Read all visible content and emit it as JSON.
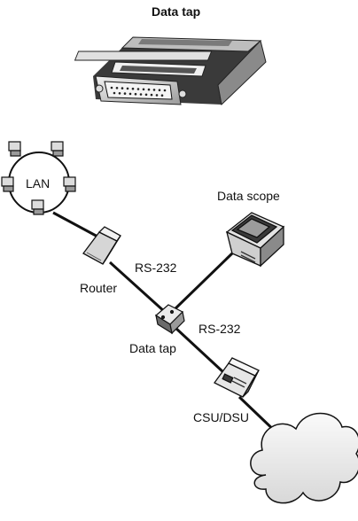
{
  "title": "Data tap",
  "labels": {
    "lan": "LAN",
    "data_scope": "Data scope",
    "rs232_upper": "RS-232",
    "router": "Router",
    "rs232_lower": "RS-232",
    "data_tap": "Data tap",
    "csu_dsu": "CSU/DSU"
  },
  "colors": {
    "line": "#111111",
    "device_light": "#e6e6e6",
    "device_mid": "#bdbdbd",
    "device_dark": "#4a4a4a",
    "cloud": "#efefef"
  }
}
